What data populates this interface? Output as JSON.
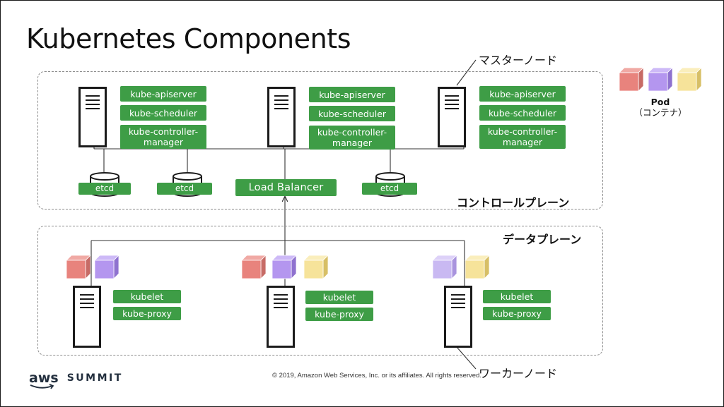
{
  "slide": {
    "title": "Kubernetes Components",
    "control_plane_label": "コントロールプレーン",
    "data_plane_label": "データプレーン",
    "master_node_label": "マスターノード",
    "worker_node_label": "ワーカーノード"
  },
  "control_plane": {
    "masters": [
      {
        "components": [
          "kube-apiserver",
          "kube-scheduler",
          "kube-controller-\nmanager"
        ]
      },
      {
        "components": [
          "kube-apiserver",
          "kube-scheduler",
          "kube-controller-\nmanager"
        ]
      },
      {
        "components": [
          "kube-apiserver",
          "kube-scheduler",
          "kube-controller-\nmanager"
        ]
      }
    ],
    "etcd": [
      "etcd",
      "etcd",
      "etcd"
    ],
    "load_balancer": "Load Balancer"
  },
  "data_plane": {
    "workers": [
      {
        "components": [
          "kubelet",
          "kube-proxy"
        ],
        "pod_colors": [
          "red",
          "purple"
        ]
      },
      {
        "components": [
          "kubelet",
          "kube-proxy"
        ],
        "pod_colors": [
          "red",
          "purple",
          "yellow"
        ]
      },
      {
        "components": [
          "kubelet",
          "kube-proxy"
        ],
        "pod_colors": [
          "lavender",
          "yellow"
        ]
      }
    ]
  },
  "pod_legend": {
    "title": "Pod",
    "subtitle": "（コンテナ）",
    "pod_colors": [
      "red",
      "purple",
      "yellow"
    ]
  },
  "colors": {
    "component_green": "#3e9d46",
    "pod_red": "#e8837d",
    "pod_purple": "#b496ef",
    "pod_lavender": "#c9b9f2",
    "pod_yellow": "#f6e39a",
    "server_dark": "#1b1b1b"
  },
  "footer": {
    "brand_aws": "aws",
    "brand_summit": "SUMMIT",
    "copyright": "© 2019, Amazon Web Services, Inc. or its affiliates. All rights reserved."
  }
}
